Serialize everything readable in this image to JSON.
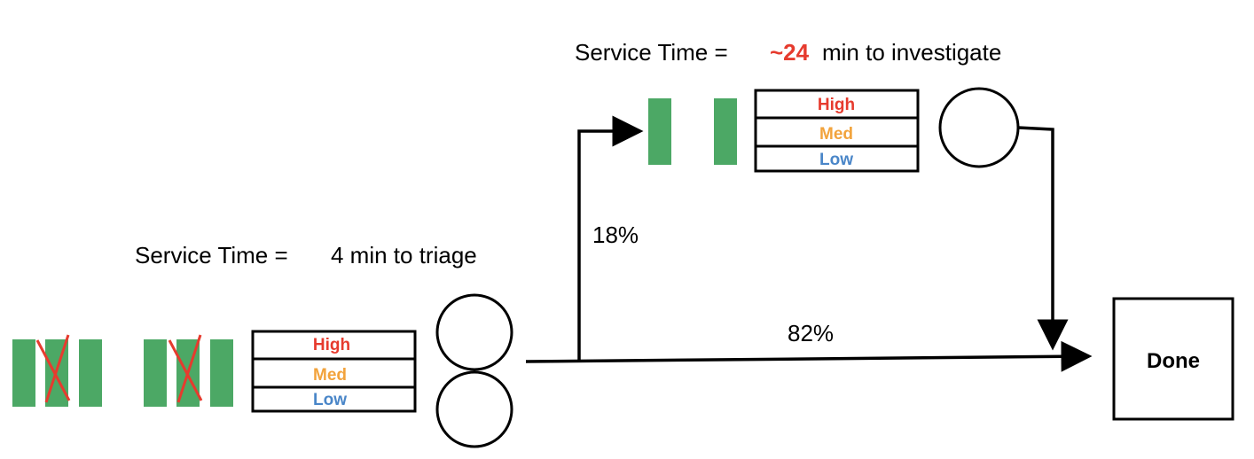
{
  "colors": {
    "ticket_green": "#4ca865",
    "cancel_red": "#e63b2e",
    "high": "#e63b2e",
    "med": "#f2a33c",
    "low": "#4a86c8",
    "line": "#000000"
  },
  "investigation": {
    "service_time_prefix": "Service Time =",
    "service_time_value": "~24",
    "service_time_suffix": "min to investigate",
    "queue": {
      "high": "High",
      "med": "Med",
      "low": "Low"
    }
  },
  "triage": {
    "service_time_prefix": "Service Time =",
    "service_time_value": "4 min to triage",
    "queue": {
      "high": "High",
      "med": "Med",
      "low": "Low"
    }
  },
  "flows": {
    "to_investigation_pct": "18%",
    "direct_done_pct": "82%"
  },
  "done_label": "Done"
}
